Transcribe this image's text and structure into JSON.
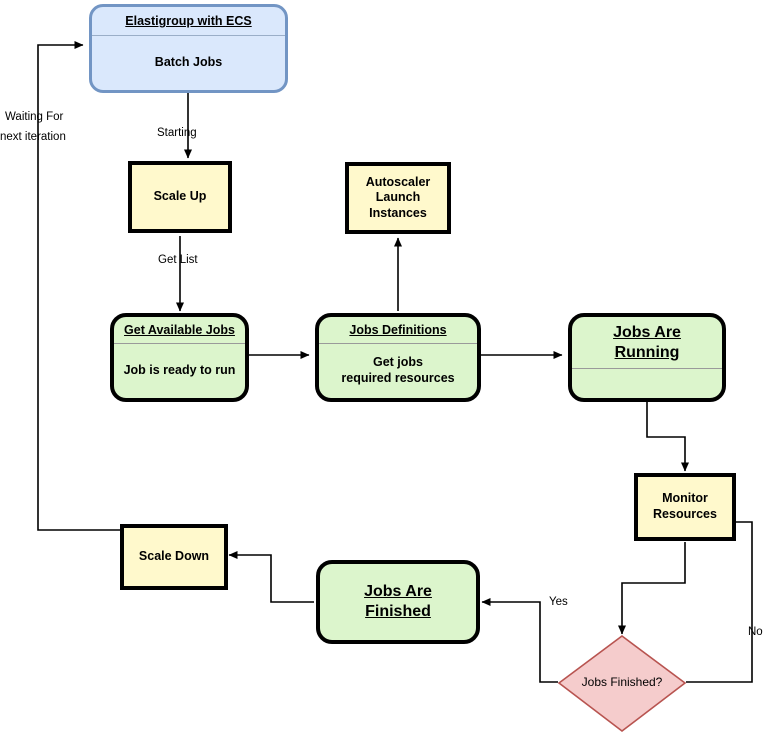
{
  "diagram": {
    "title": "Elastigroup with ECS batch jobs autoscaling flow",
    "colors": {
      "blue_fill": "#dae8fc",
      "blue_stroke": "#7295c4",
      "yellow_fill": "#fff9cc",
      "green_fill": "#dcf5cc",
      "pink_fill": "#f5cccc",
      "pink_stroke": "#b85450",
      "stroke": "#000000"
    },
    "nodes": {
      "elastigroup": {
        "title": "Elastigroup with ECS",
        "body": "Batch Jobs"
      },
      "scale_up": {
        "body": "Scale Up"
      },
      "autoscaler": {
        "body": "Autoscaler\nLaunch\nInstances",
        "line1": "Autoscaler",
        "line2": "Launch",
        "line3": "Instances"
      },
      "get_available_jobs": {
        "title": "Get Available Jobs",
        "body": "Job is ready to run"
      },
      "jobs_definitions": {
        "title": "Jobs Definitions",
        "line1": "Get jobs",
        "line2": "required resources"
      },
      "jobs_running": {
        "line1": "Jobs Are ",
        "line2": "Running"
      },
      "monitor_resources": {
        "line1": "Monitor",
        "line2": "Resources"
      },
      "jobs_finished_decision": {
        "label": "Jobs Finished?"
      },
      "jobs_are_finished": {
        "line1": "Jobs Are ",
        "line2": "Finished"
      },
      "scale_down": {
        "body": "Scale Down"
      }
    },
    "edge_labels": {
      "starting": "Starting",
      "get_list": "Get List",
      "yes": "Yes",
      "no": "No",
      "waiting_line1": "Waiting For",
      "waiting_line2": "next iteration"
    }
  }
}
